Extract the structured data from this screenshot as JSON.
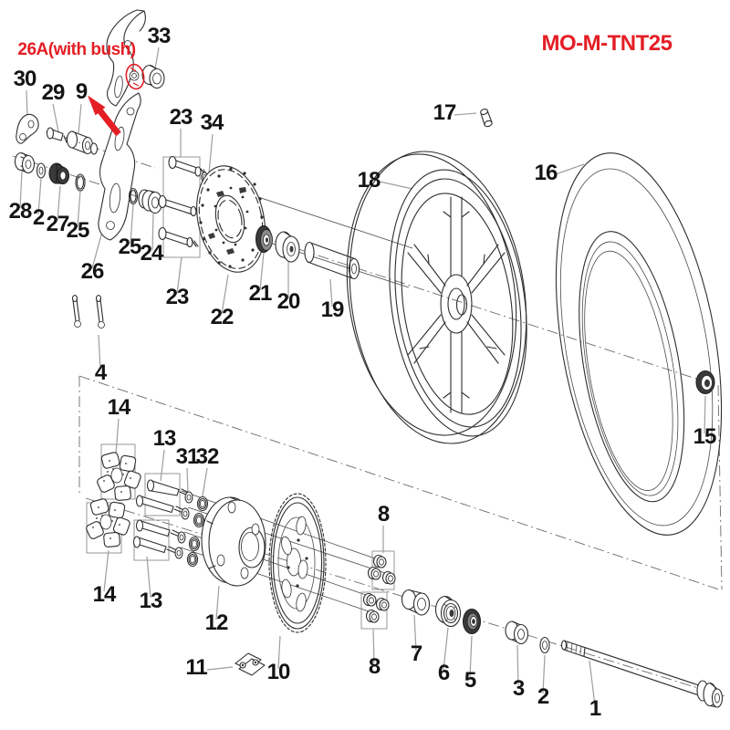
{
  "header": {
    "title": "MO-M-TNT25",
    "callout": "26A(with bush)"
  },
  "colors": {
    "accent_red": "#e41e25",
    "part_line": "#2e2e2e",
    "leader_line": "#9e9e9e"
  },
  "diagram": {
    "type": "exploded-parts-diagram",
    "subject": "motorcycle rear wheel assembly"
  },
  "labels": [
    {
      "id": "label-33",
      "text": "33"
    },
    {
      "id": "label-30",
      "text": "30"
    },
    {
      "id": "label-29",
      "text": "29"
    },
    {
      "id": "label-9",
      "text": "9"
    },
    {
      "id": "label-23-top",
      "text": "23"
    },
    {
      "id": "label-34",
      "text": "34"
    },
    {
      "id": "label-17",
      "text": "17"
    },
    {
      "id": "label-18",
      "text": "18"
    },
    {
      "id": "label-16",
      "text": "16"
    },
    {
      "id": "label-28",
      "text": "28"
    },
    {
      "id": "label-2-left",
      "text": "2"
    },
    {
      "id": "label-27",
      "text": "27"
    },
    {
      "id": "label-25-left",
      "text": "25"
    },
    {
      "id": "label-25-right",
      "text": "25"
    },
    {
      "id": "label-24",
      "text": "24"
    },
    {
      "id": "label-26",
      "text": "26"
    },
    {
      "id": "label-23-bottom",
      "text": "23"
    },
    {
      "id": "label-22",
      "text": "22"
    },
    {
      "id": "label-21",
      "text": "21"
    },
    {
      "id": "label-20",
      "text": "20"
    },
    {
      "id": "label-19",
      "text": "19"
    },
    {
      "id": "label-4",
      "text": "4"
    },
    {
      "id": "label-14-top",
      "text": "14"
    },
    {
      "id": "label-13-top",
      "text": "13"
    },
    {
      "id": "label-31",
      "text": "31"
    },
    {
      "id": "label-32",
      "text": "32"
    },
    {
      "id": "label-14-bottom",
      "text": "14"
    },
    {
      "id": "label-13-bottom",
      "text": "13"
    },
    {
      "id": "label-12",
      "text": "12"
    },
    {
      "id": "label-11",
      "text": "11"
    },
    {
      "id": "label-10",
      "text": "10"
    },
    {
      "id": "label-8-top",
      "text": "8"
    },
    {
      "id": "label-8-bottom",
      "text": "8"
    },
    {
      "id": "label-7",
      "text": "7"
    },
    {
      "id": "label-6",
      "text": "6"
    },
    {
      "id": "label-5",
      "text": "5"
    },
    {
      "id": "label-3",
      "text": "3"
    },
    {
      "id": "label-2-right",
      "text": "2"
    },
    {
      "id": "label-1",
      "text": "1"
    },
    {
      "id": "label-15",
      "text": "15"
    }
  ]
}
